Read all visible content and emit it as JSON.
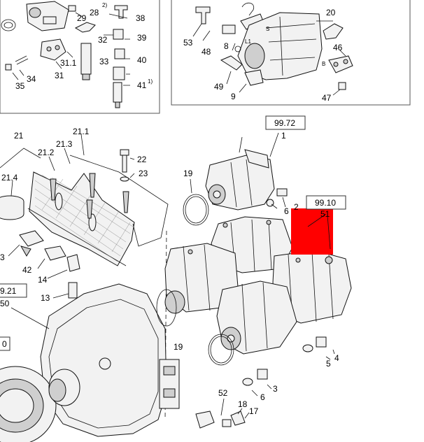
{
  "diagram": {
    "highlight_color": "#ff0000",
    "callouts": [
      {
        "id": "c29",
        "text": "29"
      },
      {
        "id": "c28",
        "text": "28"
      },
      {
        "id": "c28sup",
        "text": "2)"
      },
      {
        "id": "c38",
        "text": "38"
      },
      {
        "id": "c32",
        "text": "32"
      },
      {
        "id": "c39",
        "text": "39"
      },
      {
        "id": "c33",
        "text": "33"
      },
      {
        "id": "c40",
        "text": "40"
      },
      {
        "id": "c31_1",
        "text": "31.1"
      },
      {
        "id": "c31",
        "text": "31"
      },
      {
        "id": "c41",
        "text": "41"
      },
      {
        "id": "c41sup",
        "text": "1)"
      },
      {
        "id": "c34",
        "text": "34"
      },
      {
        "id": "c35",
        "text": "35"
      },
      {
        "id": "c53",
        "text": "53"
      },
      {
        "id": "c48",
        "text": "48"
      },
      {
        "id": "c8",
        "text": "8"
      },
      {
        "id": "cL1",
        "text": "L1"
      },
      {
        "id": "cS",
        "text": "S"
      },
      {
        "id": "cB",
        "text": "B"
      },
      {
        "id": "c20",
        "text": "20"
      },
      {
        "id": "c46",
        "text": "46"
      },
      {
        "id": "c49",
        "text": "49"
      },
      {
        "id": "c9",
        "text": "9"
      },
      {
        "id": "c47",
        "text": "47"
      },
      {
        "id": "c1",
        "text": "1"
      },
      {
        "id": "c21",
        "text": "21"
      },
      {
        "id": "c21_1",
        "text": "21.1"
      },
      {
        "id": "c21_2",
        "text": "21.2"
      },
      {
        "id": "c21_3",
        "text": "21.3"
      },
      {
        "id": "c21_4",
        "text": "21.4"
      },
      {
        "id": "c22",
        "text": "22"
      },
      {
        "id": "c23",
        "text": "23"
      },
      {
        "id": "c19a",
        "text": "19"
      },
      {
        "id": "c6a",
        "text": "6"
      },
      {
        "id": "c2",
        "text": "2"
      },
      {
        "id": "c51",
        "text": "51"
      },
      {
        "id": "c3a",
        "text": "3"
      },
      {
        "id": "c42",
        "text": "42"
      },
      {
        "id": "c14",
        "text": "14"
      },
      {
        "id": "c13",
        "text": "13"
      },
      {
        "id": "c50",
        "text": "50"
      },
      {
        "id": "c19b",
        "text": "19"
      },
      {
        "id": "c5",
        "text": "5"
      },
      {
        "id": "c4",
        "text": "4"
      },
      {
        "id": "c3b",
        "text": "3"
      },
      {
        "id": "c6b",
        "text": "6"
      },
      {
        "id": "c52",
        "text": "52"
      },
      {
        "id": "c18",
        "text": "18"
      },
      {
        "id": "c17",
        "text": "17"
      }
    ],
    "ref_boxes": [
      {
        "id": "r9972",
        "text": "99.72"
      },
      {
        "id": "r9910",
        "text": "99.10"
      },
      {
        "id": "r921",
        "text": "9.21"
      },
      {
        "id": "r0",
        "text": "0"
      }
    ]
  }
}
